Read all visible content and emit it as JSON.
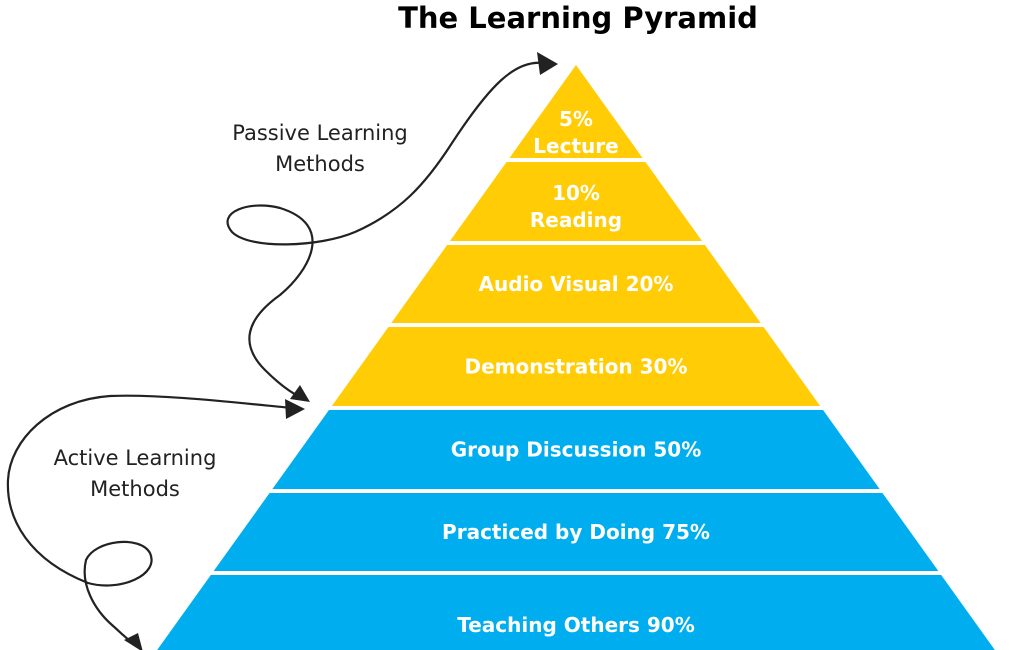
{
  "title": "The Learning Pyramid",
  "colors": {
    "passive": "#FFCC05",
    "active": "#00AEEF"
  },
  "annotations": {
    "passive": {
      "line1": "Passive Learning",
      "line2": "Methods"
    },
    "active": {
      "line1": "Active Learning",
      "line2": "Methods"
    }
  },
  "layers": [
    {
      "line1": "5%",
      "line2": "Lecture",
      "retention_percent": 5,
      "group": "passive"
    },
    {
      "line1": "10%",
      "line2": "Reading",
      "retention_percent": 10,
      "group": "passive"
    },
    {
      "line1": "Audio Visual 20%",
      "retention_percent": 20,
      "group": "passive"
    },
    {
      "line1": "Demonstration 30%",
      "retention_percent": 30,
      "group": "passive"
    },
    {
      "line1": "Group Discussion 50%",
      "retention_percent": 50,
      "group": "active"
    },
    {
      "line1": "Practiced by Doing 75%",
      "retention_percent": 75,
      "group": "active"
    },
    {
      "line1": "Teaching Others 90%",
      "retention_percent": 90,
      "group": "active"
    }
  ]
}
